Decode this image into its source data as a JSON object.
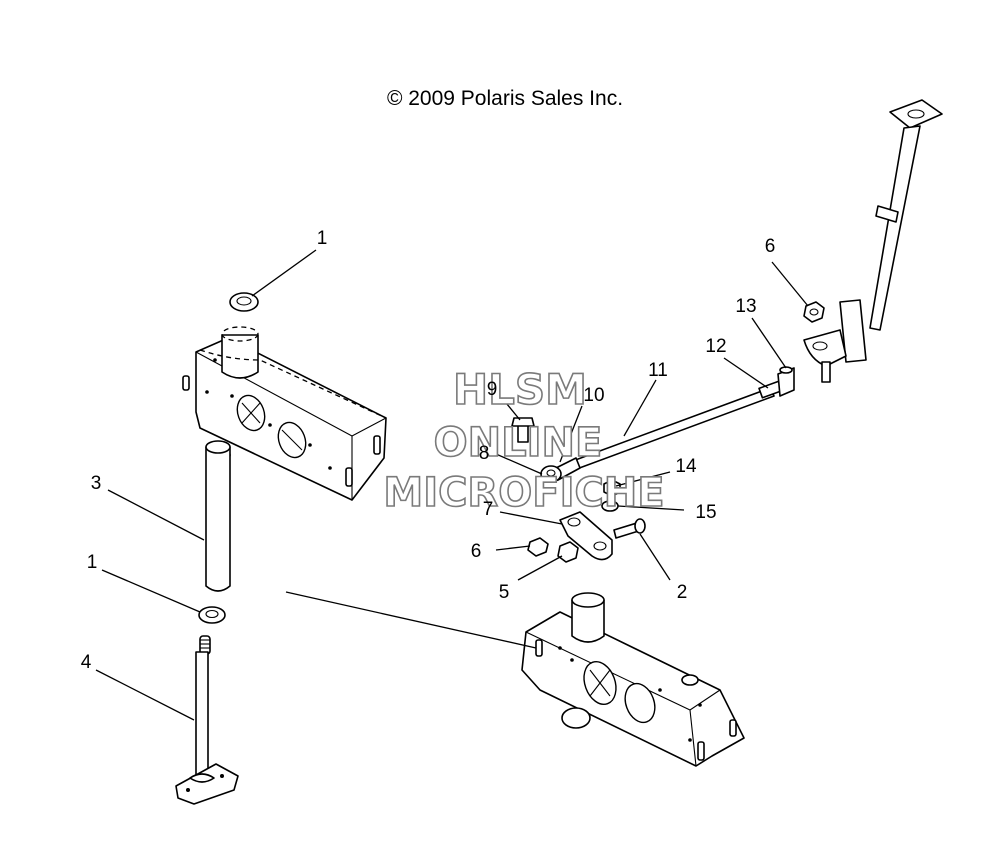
{
  "copyright": "© 2009 Polaris Sales Inc.",
  "watermark": {
    "line1": "HLSM",
    "line2": "ONLINE",
    "line3": "MICROFICHE"
  },
  "callouts": {
    "c1_top": "1",
    "c1_mid": "1",
    "c2": "2",
    "c3": "3",
    "c4": "4",
    "c5": "5",
    "c6_left": "6",
    "c6_right": "6",
    "c7": "7",
    "c8": "8",
    "c9": "9",
    "c10": "10",
    "c11": "11",
    "c12": "12",
    "c13": "13",
    "c14": "14",
    "c15": "15"
  }
}
